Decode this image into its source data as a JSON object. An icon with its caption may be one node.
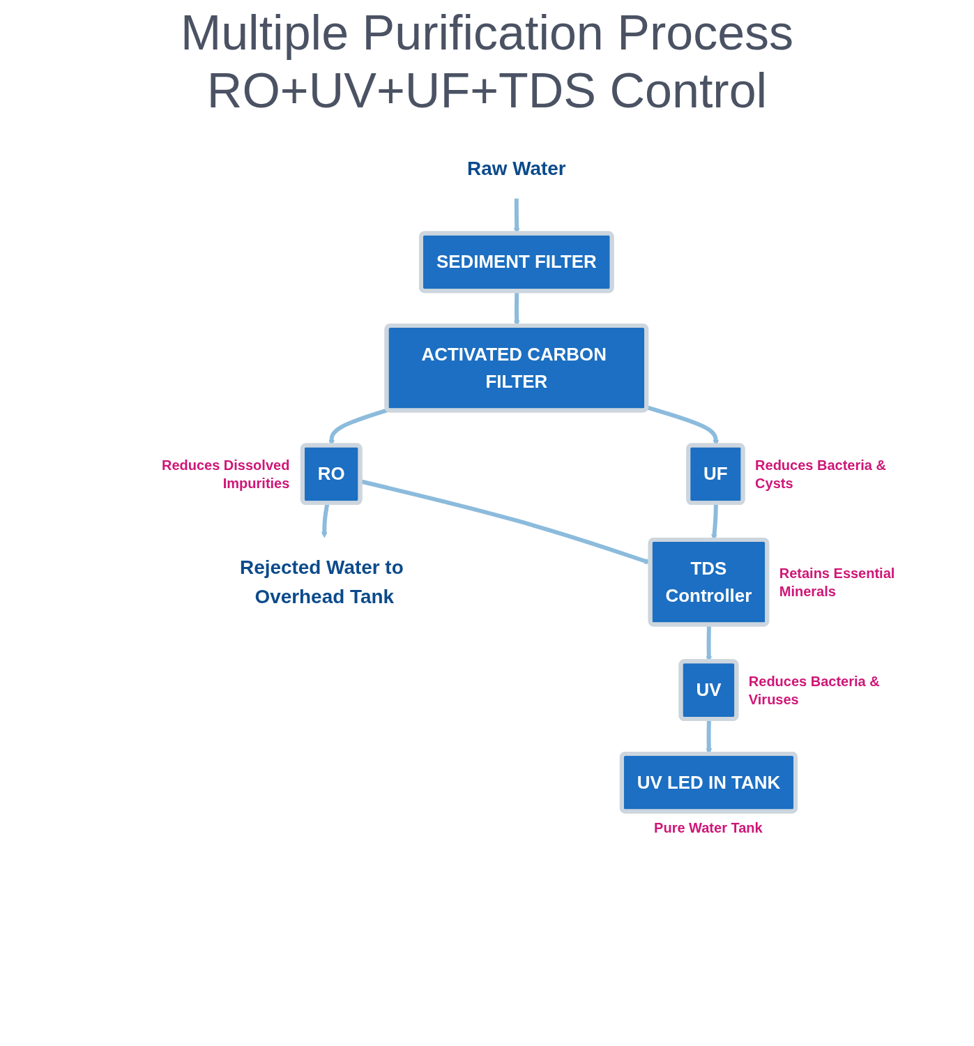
{
  "diagram": {
    "title": "Multiple Purification Process RO+UV+UF+TDS Control",
    "nodes": [
      {
        "text": [
          "SEDIMENT FILTER"
        ]
      },
      {
        "text": [
          "Raw Water"
        ]
      },
      {
        "text": [
          "ACTIVATED CARBON FILTER"
        ]
      },
      {
        "text": [
          "RO"
        ],
        "beside": [
          "Reduces Dissolved Impurities"
        ]
      },
      {
        "text": [
          "Rejected Water to Overhead Tank"
        ]
      },
      {
        "text": [
          "UF"
        ],
        "beside": [
          "Reduces Bacteria & Cysts"
        ]
      },
      {
        "text": [
          "TDS",
          "Controller"
        ],
        "beside": [
          "Retains Essential Minerals"
        ]
      },
      {
        "text": [
          "UV"
        ],
        "beside": [
          "Reduces Bacteria & Viruses"
        ]
      },
      {
        "text": [
          "UV LED IN TANK"
        ],
        "beside": [
          "Pure Water Tank"
        ]
      }
    ],
    "edges": [
      {
        "from": 1,
        "to": 0,
        "arrow": "to"
      },
      {
        "from": 0,
        "to": 2,
        "arrow": "to"
      },
      {
        "from": 2,
        "to": 3,
        "arrow": "to"
      },
      {
        "from": 2,
        "to": 5,
        "arrow": "to"
      },
      {
        "from": 3,
        "to": 4,
        "arrow": "to"
      },
      {
        "from": 3,
        "to": 6,
        "arrow": "to"
      },
      {
        "from": 5,
        "to": 6,
        "arrow": "to"
      },
      {
        "from": 6,
        "to": 7,
        "arrow": "to"
      },
      {
        "from": 7,
        "to": 8,
        "arrow": "to"
      }
    ]
  }
}
